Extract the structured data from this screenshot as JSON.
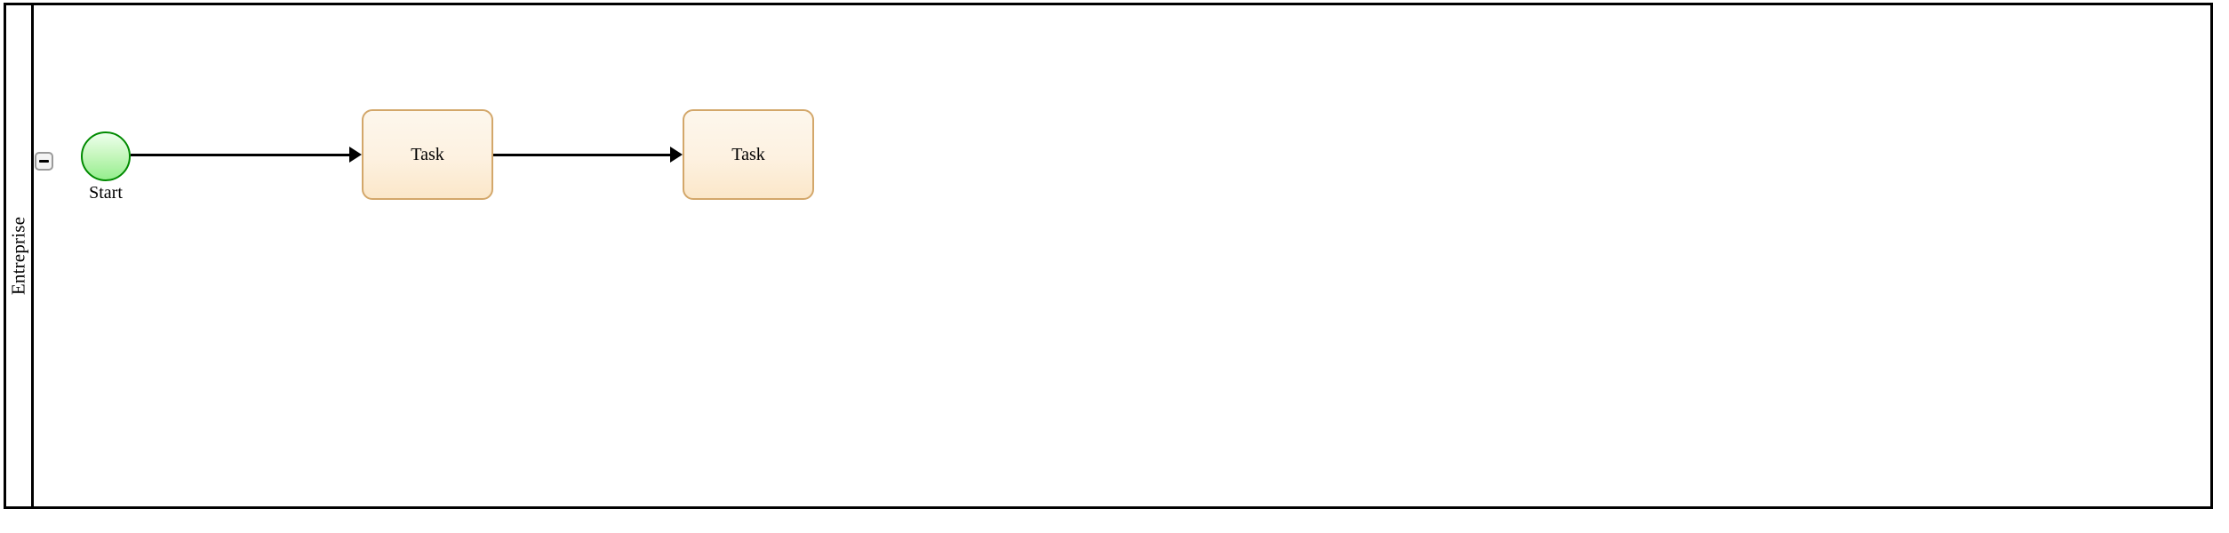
{
  "diagram": {
    "type": "bpmn-process",
    "pool": {
      "lane_label": "Entreprise",
      "collapse_icon": "minus-icon",
      "collapse_state": "expanded"
    },
    "nodes": [
      {
        "id": "start-event",
        "kind": "start-event",
        "label": "Start",
        "shape": "circle",
        "fill_top": "#edffed",
        "fill_bottom": "#95ee8e",
        "stroke": "#008a00"
      },
      {
        "id": "task-1",
        "kind": "task",
        "label": "Task",
        "shape": "rounded-rect",
        "fill_top": "#fdf7ed",
        "fill_bottom": "#fbe7c9",
        "stroke": "#d3a76a"
      },
      {
        "id": "task-2",
        "kind": "task",
        "label": "Task",
        "shape": "rounded-rect",
        "fill_top": "#fdf7ed",
        "fill_bottom": "#fbe7c9",
        "stroke": "#d3a76a"
      }
    ],
    "flows": [
      {
        "id": "flow-1",
        "from": "start-event",
        "to": "task-1",
        "kind": "sequence-flow",
        "color": "#000000"
      },
      {
        "id": "flow-2",
        "from": "task-1",
        "to": "task-2",
        "kind": "sequence-flow",
        "color": "#000000"
      }
    ],
    "colors": {
      "border": "#000000",
      "canvas": "#ffffff",
      "button_border": "#9a9a9a",
      "button_fill": "#f4f4f4"
    }
  }
}
